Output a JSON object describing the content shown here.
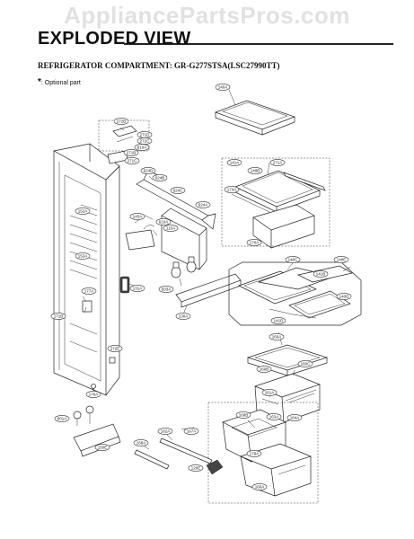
{
  "watermark": "AppliancePartsPros.com",
  "header": {
    "title": "EXPLODED VIEW",
    "subtitle": "REFRIGERATOR COMPARTMENT: GR-G277STSA(LSC27990TT)",
    "note_star": "*",
    "note_text": ": Optional part"
  },
  "callouts": [
    "140A",
    "272B",
    "271D",
    "272C",
    "610A",
    "271B",
    "271C",
    "624D",
    "624B",
    "624C",
    "624A",
    "610A",
    "145A",
    "115A",
    "141A",
    "271A",
    "140B",
    "170A",
    "173A",
    "152A",
    "153A",
    "177A",
    "171B",
    "272E",
    "131A",
    "603A",
    "130A",
    "140C",
    "140E",
    "141B",
    "140D",
    "141D",
    "160A",
    "160B",
    "160C",
    "161A",
    "176A",
    "601A",
    "150E",
    "162A",
    "167A",
    "168A",
    "169B",
    "163A",
    "164A",
    "179A",
    "166A",
    "120E"
  ]
}
